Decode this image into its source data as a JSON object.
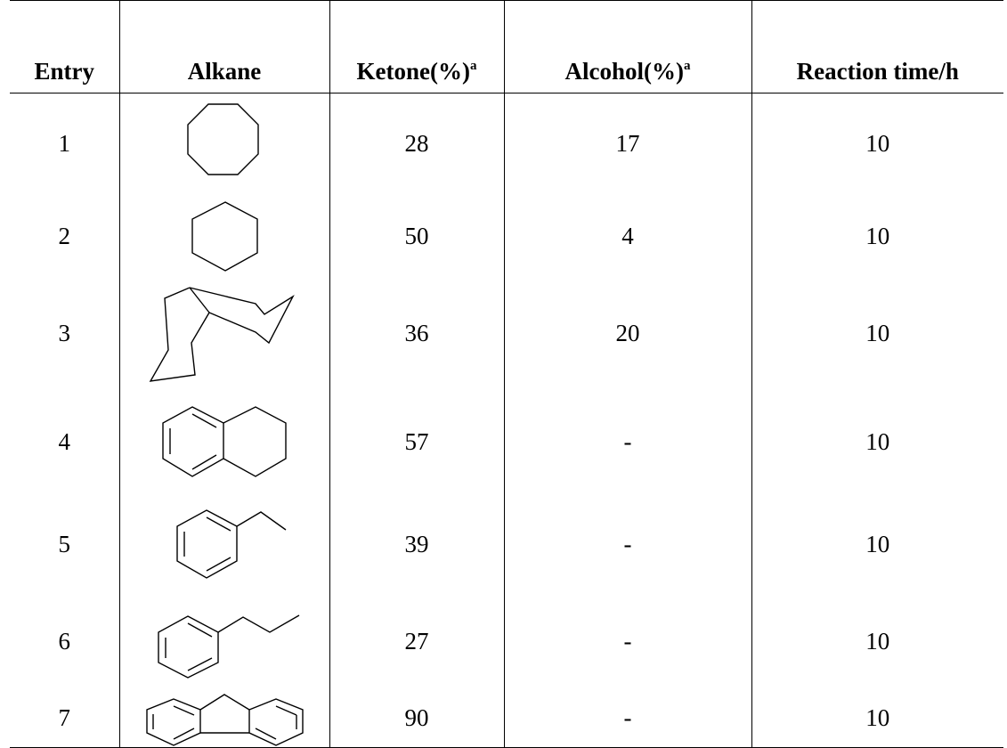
{
  "headers": {
    "entry": "Entry",
    "alkane": "Alkane",
    "ketone": "Ketone(%)",
    "ketone_note": "a",
    "alcohol": "Alcohol(%)",
    "alcohol_note": "a",
    "time": "Reaction time/h"
  },
  "rows": [
    {
      "entry": "1",
      "alkane_structure": "cyclooctane",
      "ketone": "28",
      "alcohol": "17",
      "time": "10"
    },
    {
      "entry": "2",
      "alkane_structure": "cyclohexane",
      "ketone": "50",
      "alcohol": "4",
      "time": "10"
    },
    {
      "entry": "3",
      "alkane_structure": "decalin",
      "ketone": "36",
      "alcohol": "20",
      "time": "10"
    },
    {
      "entry": "4",
      "alkane_structure": "tetralin",
      "ketone": "57",
      "alcohol": "-",
      "time": "10"
    },
    {
      "entry": "5",
      "alkane_structure": "ethylbenzene",
      "ketone": "39",
      "alcohol": "-",
      "time": "10"
    },
    {
      "entry": "6",
      "alkane_structure": "propylbenzene",
      "ketone": "27",
      "alcohol": "-",
      "time": "10"
    },
    {
      "entry": "7",
      "alkane_structure": "fluorene",
      "ketone": "90",
      "alcohol": "-",
      "time": "10"
    }
  ]
}
